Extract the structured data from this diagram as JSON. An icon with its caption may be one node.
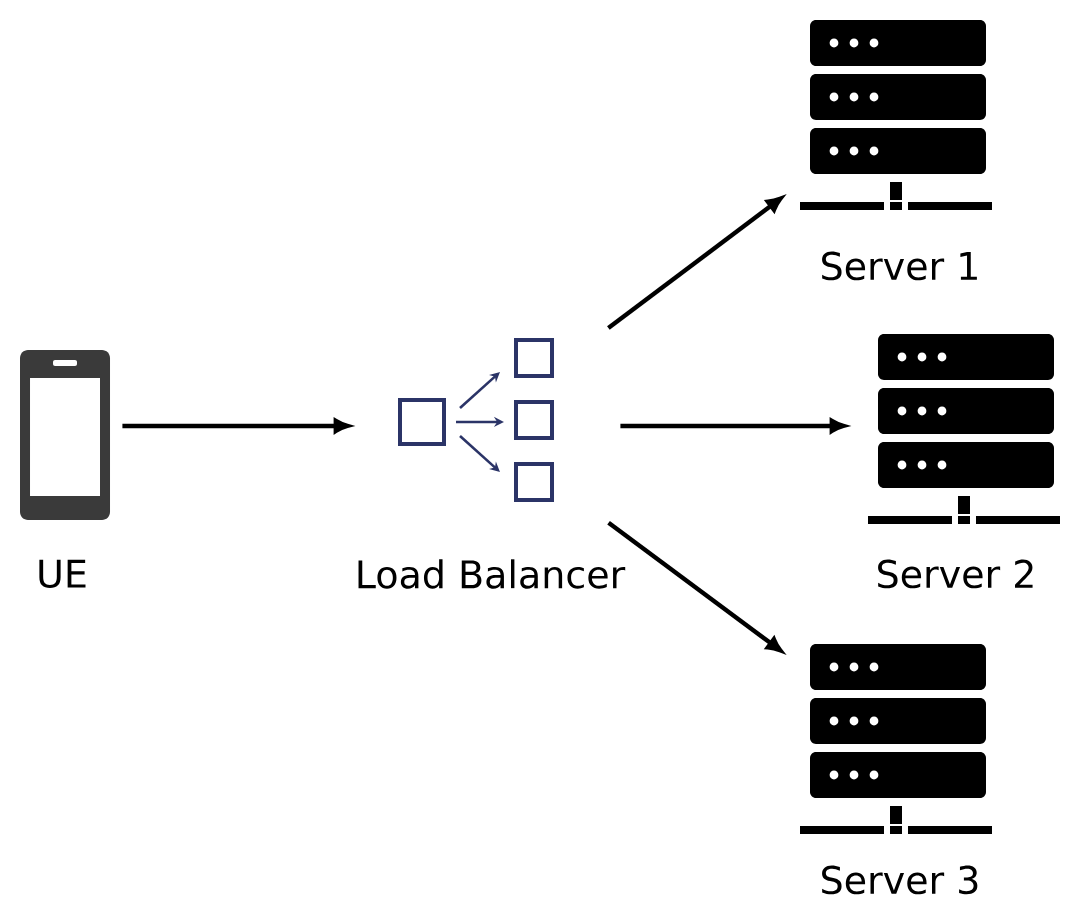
{
  "diagram": {
    "nodes": [
      {
        "text": [
          "UE"
        ]
      },
      {
        "text": [
          "Load Balancer"
        ]
      },
      {
        "text": [
          "Server 1"
        ]
      },
      {
        "text": [
          "Server 2"
        ]
      },
      {
        "text": [
          "Server 3"
        ]
      }
    ],
    "edges": [
      {
        "from": 0,
        "to": 1,
        "arrow": "to"
      },
      {
        "from": 1,
        "to": 2,
        "arrow": "to"
      },
      {
        "from": 1,
        "to": 3,
        "arrow": "to"
      },
      {
        "from": 1,
        "to": 4,
        "arrow": "to"
      }
    ]
  }
}
